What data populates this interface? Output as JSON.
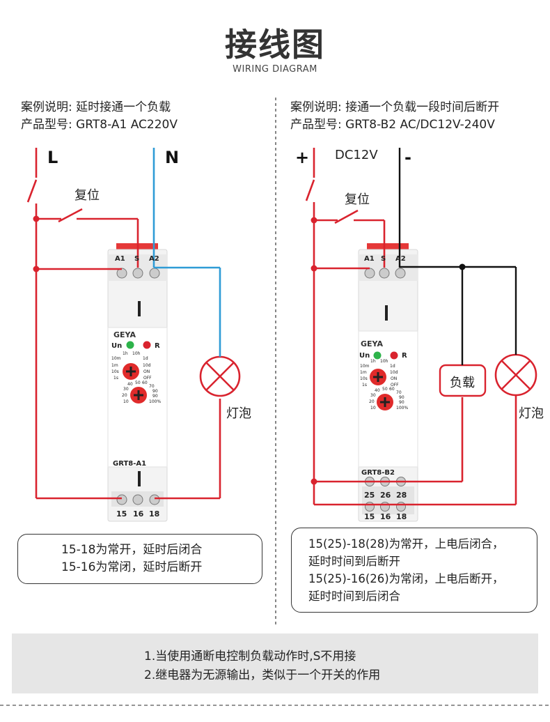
{
  "header": {
    "title": "接线图",
    "subtitle": "WIRING DIAGRAM"
  },
  "left": {
    "case_line": "案例说明: 延时接通一个负载",
    "model_line": "产品型号: GRT8-A1 AC220V",
    "terminal_l": "L",
    "terminal_n": "N",
    "reset_label": "复位",
    "lamp_label": "灯泡",
    "top_terminals": [
      "A1",
      "S",
      "A2"
    ],
    "bottom_terminals": [
      "15",
      "16",
      "18"
    ],
    "device_brand": "GEYA",
    "un_label": "Un",
    "r_label": "R",
    "dial_time": [
      "1h",
      "10h",
      "10m",
      "1d",
      "1m",
      "10d",
      "10s",
      "ON",
      "1s",
      "OFF"
    ],
    "dial_percent": [
      "40",
      "50",
      "60",
      "70",
      "30",
      "90",
      "20",
      "90",
      "10",
      "100%"
    ],
    "device_model": "GRT8-A1",
    "notes": [
      "15-18为常开，延时后闭合",
      "15-16为常闭，延时后断开"
    ]
  },
  "right": {
    "case_line": "案例说明: 接通一个负载一段时间后断开",
    "model_line": "产品型号: GRT8-B2 AC/DC12V-240V",
    "terminal_plus": "+",
    "terminal_minus": "-",
    "voltage_label": "DC12V",
    "reset_label": "复位",
    "load_label": "负载",
    "lamp_label": "灯泡",
    "top_terminals": [
      "A1",
      "S",
      "A2"
    ],
    "mid_terminals": [
      "25",
      "26",
      "28"
    ],
    "bottom_terminals": [
      "15",
      "16",
      "18"
    ],
    "device_brand": "GEYA",
    "un_label": "Un",
    "r_label": "R",
    "dial_time": [
      "1h",
      "10h",
      "10m",
      "1d",
      "1m",
      "10d",
      "10s",
      "ON",
      "1s",
      "OFF"
    ],
    "dial_percent": [
      "40",
      "50",
      "60",
      "70",
      "30",
      "90",
      "20",
      "90",
      "10",
      "100%"
    ],
    "device_model": "GRT8-B2",
    "notes": [
      "15(25)-18(28)为常开，上电后闭合，",
      "延时时间到后断开",
      "15(25)-16(26)为常闭，上电后断开，",
      "延时时间到后闭合"
    ]
  },
  "footer": {
    "lines": [
      "1.当使用通断电控制负载动作时,S不用接",
      "2.继电器为无源输出，类似于一个开关的作用"
    ]
  },
  "colors": {
    "wire_red": "#d9232e",
    "wire_blue": "#2e9bd6",
    "wire_black": "#111111",
    "led_green": "#2db34a",
    "led_red": "#d9232e"
  }
}
